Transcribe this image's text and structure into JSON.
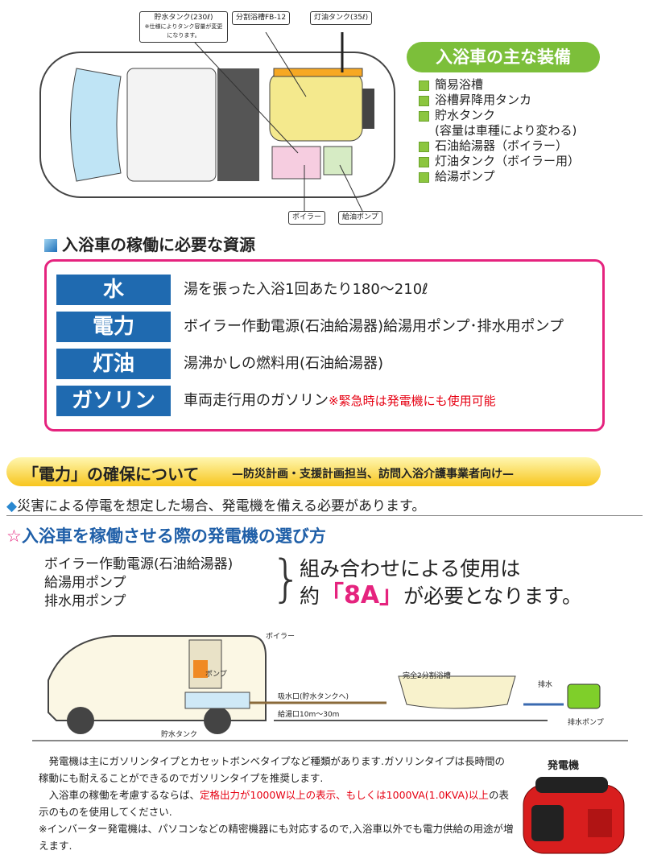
{
  "top_diagram": {
    "labels": {
      "water_tank": "貯水タンク(230ℓ)",
      "water_tank_note": "※仕様によりタンク容量が変更になります。",
      "split_tub": "分割浴槽FB-12",
      "kerosene_tank": "灯油タンク(35ℓ)",
      "boiler": "ボイラー",
      "feed_pump": "給油ポンプ"
    }
  },
  "equipment": {
    "title": "入浴車の主な装備",
    "items": [
      "簡易浴槽",
      "浴槽昇降用タンカ",
      "貯水タンク",
      "(容量は車種により変わる)",
      "石油給湯器（ボイラー）",
      "灯油タンク（ボイラー用）",
      "給湯ポンプ"
    ]
  },
  "resources": {
    "title": "入浴車の稼働に必要な資源",
    "rows": [
      {
        "key": "水",
        "value": "湯を張った入浴1回あたり180～210ℓ",
        "note": ""
      },
      {
        "key": "電力",
        "value": "ボイラー作動電源(石油給湯器)給湯用ポンプ･排水用ポンプ",
        "note": ""
      },
      {
        "key": "灯油",
        "value": "湯沸かしの燃料用(石油給湯器)",
        "note": ""
      },
      {
        "key": "ガソリン",
        "value": "車両走行用のガソリン",
        "note": "※緊急時は発電機にも使用可能"
      }
    ]
  },
  "power": {
    "banner_title": "「電力」の確保について",
    "banner_sub": "—防災計画・支援計画担当、訪問入浴介護事業者向け—",
    "note": "災害による停電を想定した場合、発電機を備える必要があります。",
    "heading": "入浴車を稼働させる際の発電機の選び方",
    "items": [
      "ボイラー作動電源(石油給湯器)",
      "給湯用ポンプ",
      "排水用ポンプ"
    ],
    "result_line1": "組み合わせによる使用は",
    "result_pre": "約",
    "result_value": "「8A」",
    "result_post": "が必要となります。"
  },
  "bottom_diagram": {
    "boiler": "ボイラー",
    "pump": "ポンプ",
    "intake": "吸水口(貯水タンクへ)",
    "hose": "給湯口10m～30m",
    "tank": "貯水タンク",
    "tub": "完全2分割浴槽",
    "drain": "排水",
    "drain_pump": "排水ポンプ"
  },
  "generator": {
    "label": "発電機",
    "p1": "発電機は主にガソリンタイプとカセットボンベタイプなど種類があります.ガソリンタイプは長時間の稼動にも耐えることができるのでガソリンタイプを推奨します.",
    "p2_pre": "入浴車の稼働を考慮するならば、",
    "p2_red": "定格出力が1000W以上の表示、もしくは1000VA(1.0KVA)以上",
    "p2_post": "の表示のものを使用してください.",
    "p3": "※インバーター発電機は、パソコンなどの精密機器にも対応するので,入浴車以外でも電力供給の用途が増えます."
  }
}
